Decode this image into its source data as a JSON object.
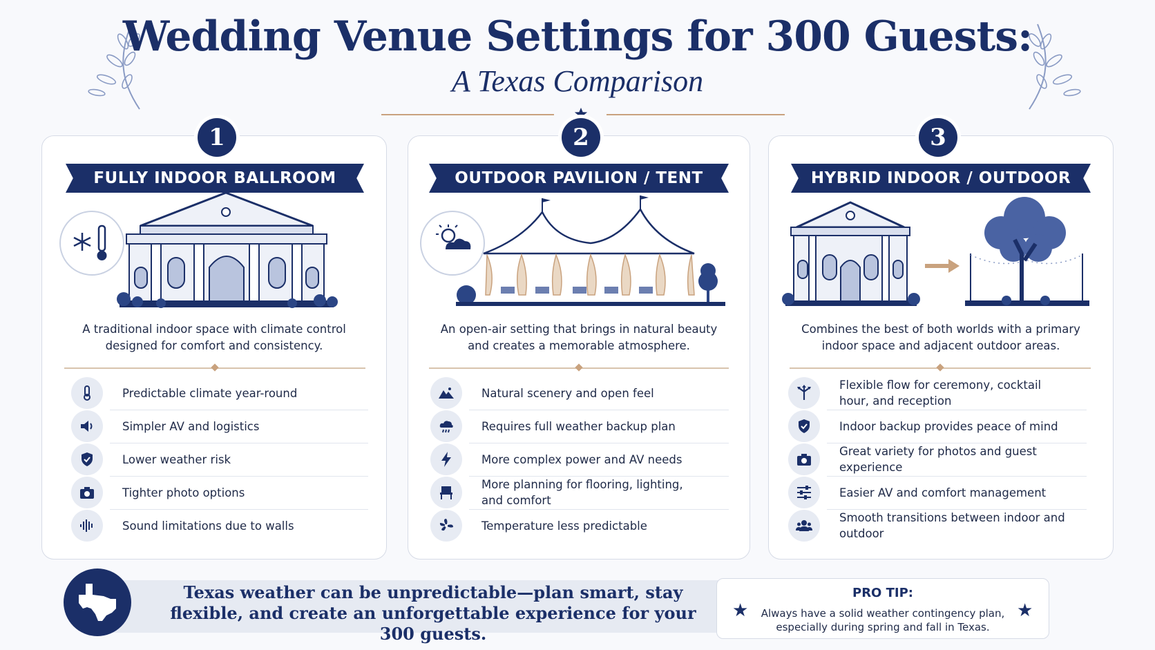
{
  "header": {
    "title": "Wedding Venue Settings for 300 Guests:",
    "subtitle": "A Texas Comparison"
  },
  "colors": {
    "navy": "#1b2f68",
    "gold": "#c9a27e",
    "icon_bg": "#e7ebf3"
  },
  "cards": [
    {
      "number": "1",
      "title": "FULLY INDOOR BALLROOM",
      "description": "A traditional indoor space with climate control designed for comfort and consistency.",
      "features": [
        {
          "icon": "thermometer-icon",
          "text": "Predictable climate year-round"
        },
        {
          "icon": "speaker-icon",
          "text": "Simpler AV and logistics"
        },
        {
          "icon": "shield-check-icon",
          "text": "Lower weather risk"
        },
        {
          "icon": "camera-icon",
          "text": "Tighter photo options"
        },
        {
          "icon": "sound-wave-icon",
          "text": "Sound limitations due to walls"
        }
      ]
    },
    {
      "number": "2",
      "title": "OUTDOOR PAVILION / TENT",
      "description": "An open-air setting that brings in natural beauty and creates a memorable atmosphere.",
      "features": [
        {
          "icon": "mountains-icon",
          "text": "Natural scenery and open feel"
        },
        {
          "icon": "rain-cloud-icon",
          "text": "Requires full weather backup plan"
        },
        {
          "icon": "lightning-icon",
          "text": "More complex power and AV needs"
        },
        {
          "icon": "chair-icon",
          "text": "More planning for flooring, lighting, and comfort"
        },
        {
          "icon": "fan-icon",
          "text": "Temperature less predictable"
        }
      ]
    },
    {
      "number": "3",
      "title": "HYBRID INDOOR / OUTDOOR",
      "description": "Combines the best of both worlds with a primary indoor space and adjacent outdoor areas.",
      "features": [
        {
          "icon": "split-arrows-icon",
          "text": "Flexible flow for ceremony, cocktail hour, and reception"
        },
        {
          "icon": "shield-check-icon",
          "text": "Indoor backup provides peace of mind"
        },
        {
          "icon": "camera-icon",
          "text": "Great variety for photos and guest experience"
        },
        {
          "icon": "sliders-icon",
          "text": "Easier AV and comfort management"
        },
        {
          "icon": "people-icon",
          "text": "Smooth transitions between indoor and outdoor"
        }
      ]
    }
  ],
  "footer": {
    "message": "Texas weather can be unpredictable—plan smart, stay flexible, and create an unforgettable experience for your 300 guests.",
    "pro_tip_title": "PRO TIP:",
    "pro_tip_text": "Always have a solid weather contingency plan, especially during spring and fall in Texas."
  }
}
